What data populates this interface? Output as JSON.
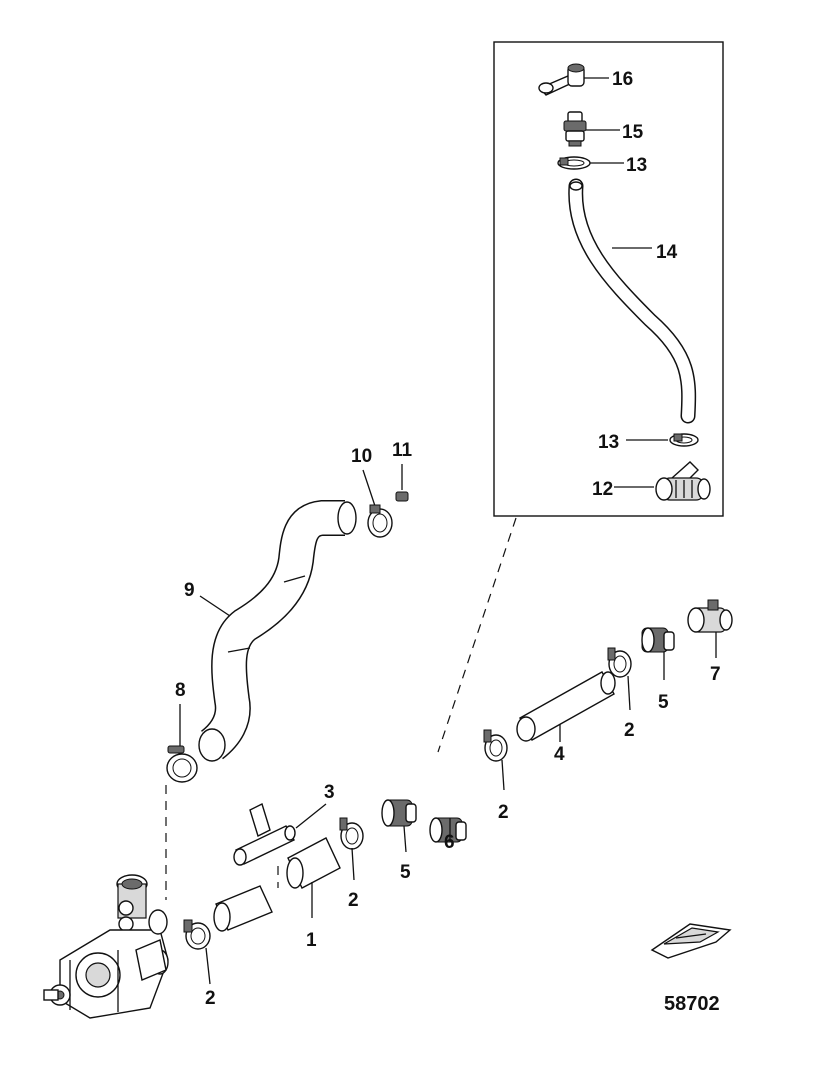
{
  "figure_number": "58702",
  "callouts": [
    {
      "id": "c16",
      "text": "16"
    },
    {
      "id": "c15",
      "text": "15"
    },
    {
      "id": "c13a",
      "text": "13"
    },
    {
      "id": "c14",
      "text": "14"
    },
    {
      "id": "c13b",
      "text": "13"
    },
    {
      "id": "c12",
      "text": "12"
    },
    {
      "id": "c10",
      "text": "10"
    },
    {
      "id": "c11",
      "text": "11"
    },
    {
      "id": "c9",
      "text": "9"
    },
    {
      "id": "c8",
      "text": "8"
    },
    {
      "id": "c7",
      "text": "7"
    },
    {
      "id": "c5a",
      "text": "5"
    },
    {
      "id": "c2a",
      "text": "2"
    },
    {
      "id": "c4",
      "text": "4"
    },
    {
      "id": "c2b",
      "text": "2"
    },
    {
      "id": "c6",
      "text": "6"
    },
    {
      "id": "c3",
      "text": "3"
    },
    {
      "id": "c5b",
      "text": "5"
    },
    {
      "id": "c2c",
      "text": "2"
    },
    {
      "id": "c1",
      "text": "1"
    },
    {
      "id": "c2d",
      "text": "2"
    }
  ]
}
